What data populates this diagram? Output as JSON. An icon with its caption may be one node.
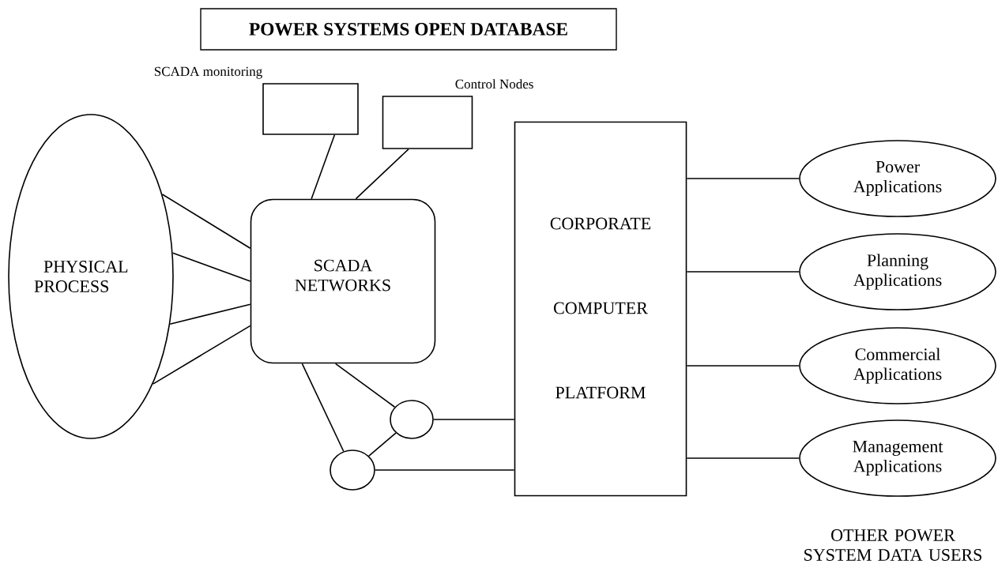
{
  "diagram": {
    "title": "POWER SYSTEMS OPEN DATABASE",
    "nodes": [
      {
        "text": [
          "PHYSICAL PROCESS"
        ]
      },
      {
        "text": [
          "SCADA monitoring"
        ]
      },
      {
        "text": [
          "Control Nodes"
        ]
      },
      {
        "text": [
          "SCADA NETWORKS"
        ]
      },
      {
        "text": [],
        "shape": "circle"
      },
      {
        "text": [],
        "shape": "circle"
      },
      {
        "text": [
          "CORPORATE",
          "COMPUTER",
          "PLATFORM"
        ]
      },
      {
        "text": [
          "Power Applications"
        ]
      },
      {
        "text": [
          "Planning Applications"
        ]
      },
      {
        "text": [
          "Commercial Applications"
        ]
      },
      {
        "text": [
          "Management Applications"
        ]
      }
    ],
    "edges": [
      {
        "from": 0,
        "to": 3,
        "arrow": "none"
      },
      {
        "from": 0,
        "to": 3,
        "arrow": "none"
      },
      {
        "from": 0,
        "to": 3,
        "arrow": "none"
      },
      {
        "from": 0,
        "to": 3,
        "arrow": "none"
      },
      {
        "from": 1,
        "to": 3,
        "arrow": "none"
      },
      {
        "from": 2,
        "to": 3,
        "arrow": "none"
      },
      {
        "from": 3,
        "to": 5,
        "arrow": "none"
      },
      {
        "from": 3,
        "to": 4,
        "arrow": "none"
      },
      {
        "from": 4,
        "to": 5,
        "arrow": "none"
      },
      {
        "from": 4,
        "to": 6,
        "arrow": "none"
      },
      {
        "from": 5,
        "to": 6,
        "arrow": "none"
      },
      {
        "from": 6,
        "to": 7,
        "arrow": "none"
      },
      {
        "from": 6,
        "to": 8,
        "arrow": "none"
      },
      {
        "from": 6,
        "to": 9,
        "arrow": "none"
      },
      {
        "from": 6,
        "to": 10,
        "arrow": "none"
      }
    ],
    "labels": [
      "OTHER POWER SYSTEM DATA USERS"
    ]
  }
}
